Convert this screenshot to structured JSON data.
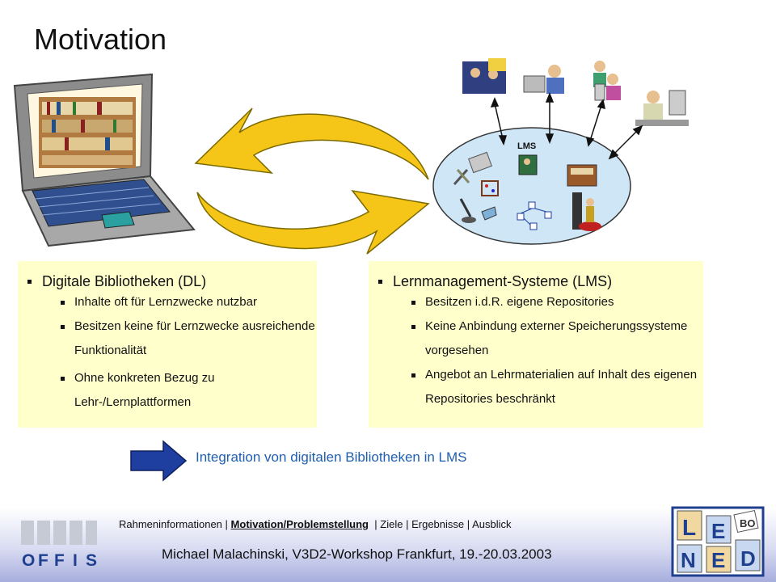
{
  "title": "Motivation",
  "lms_label": "LMS",
  "left_box": {
    "heading": "Digitale Bibliotheken (DL)",
    "items": [
      "Inhalte oft für Lernzwecke nutzbar",
      "Besitzen keine für Lernzwecke ausreichende Funktionalität",
      "Ohne konkreten Bezug zu Lehr-/Lernplattformen"
    ]
  },
  "right_box": {
    "heading": "Lernmanagement-Systeme (LMS)",
    "items": [
      "Besitzen i.d.R. eigene Repositories",
      "Keine Anbindung externer Speicherungssysteme vorgesehen",
      "Angebot an Lehrmaterialien auf Inhalt des eigenen Repositories beschränkt"
    ]
  },
  "integration_text": "Integration von digitalen Bibliotheken in LMS",
  "nav": {
    "item1": "Rahmeninformationen",
    "item2": "Motivation/Problemstellung",
    "item3": "Ziele",
    "item4": "Ergebnisse",
    "item5": "Ausblick",
    "sep": "|"
  },
  "author": "Michael Malachinski, V3D2-Workshop Frankfurt, 19.-20.03.2003",
  "logos": {
    "offis_letters": [
      "O",
      "F",
      "F",
      "I",
      "S"
    ],
    "lened_letters": [
      "L",
      "E",
      "BO",
      "N",
      "E",
      "D"
    ]
  },
  "colors": {
    "box_bg": "#ffffcc",
    "arrow_yellow": "#f5c518",
    "integration_blue": "#1f5fb0",
    "lms_ellipse": "#cfe6f7"
  }
}
